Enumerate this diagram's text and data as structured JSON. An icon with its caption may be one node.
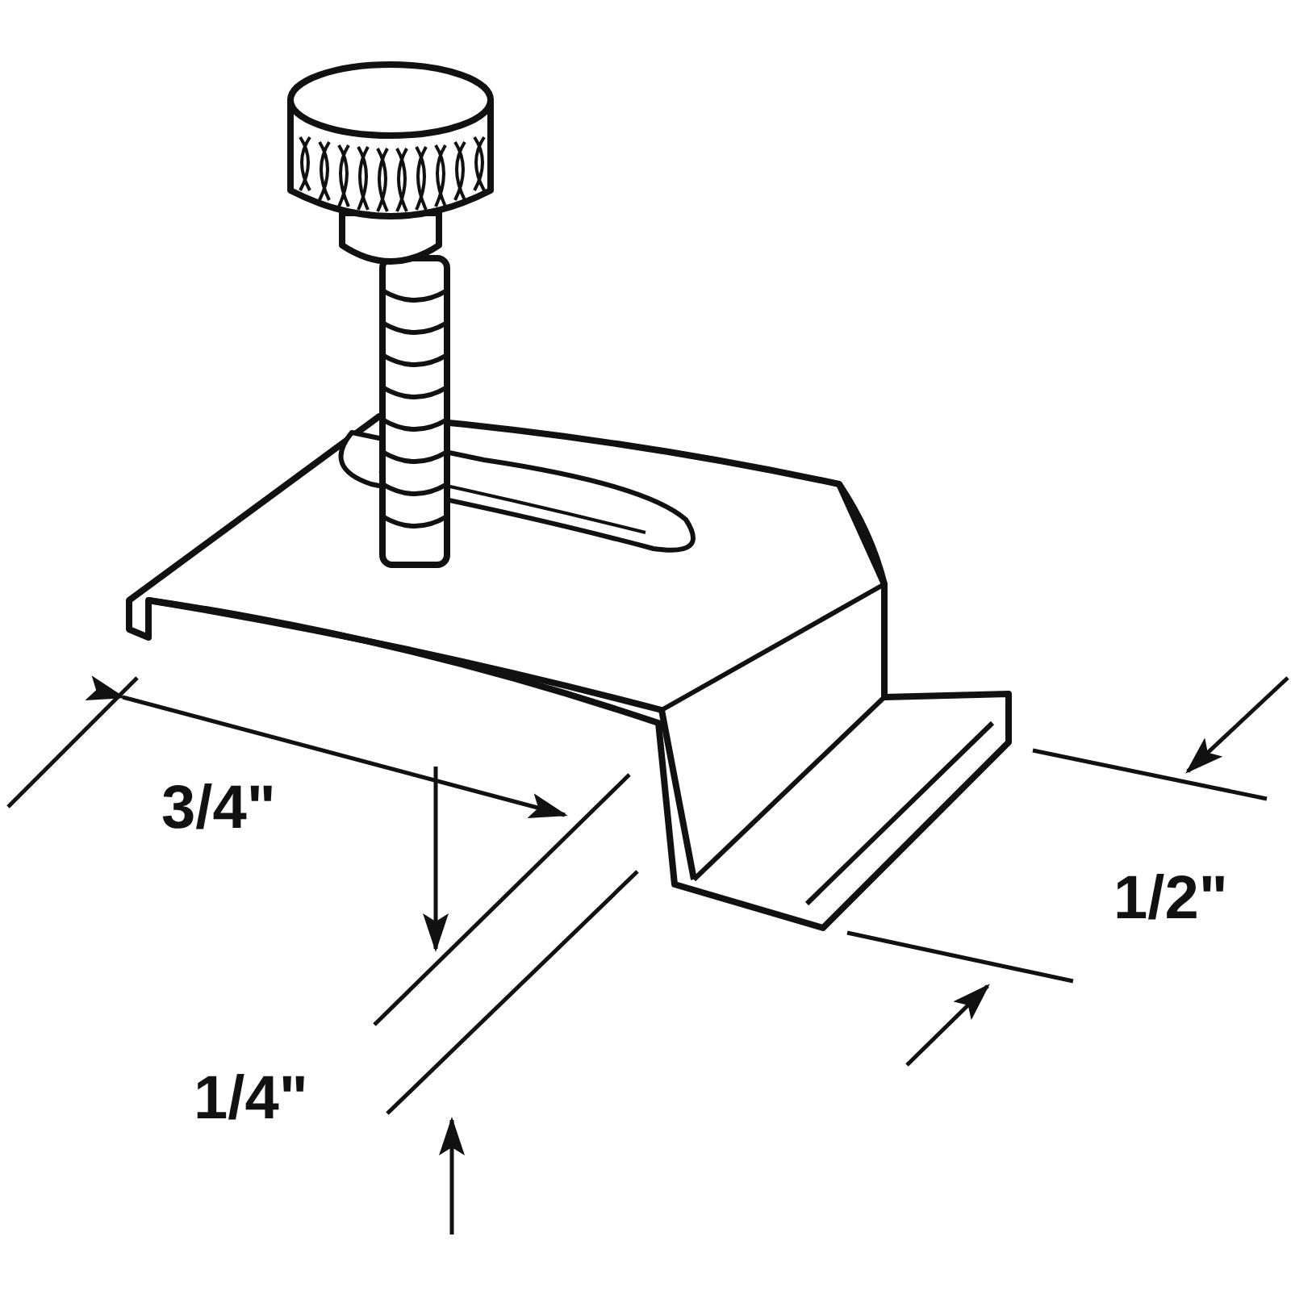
{
  "diagram": {
    "labels": [
      "3/4\"",
      "1/2\"",
      "1/4\""
    ]
  }
}
